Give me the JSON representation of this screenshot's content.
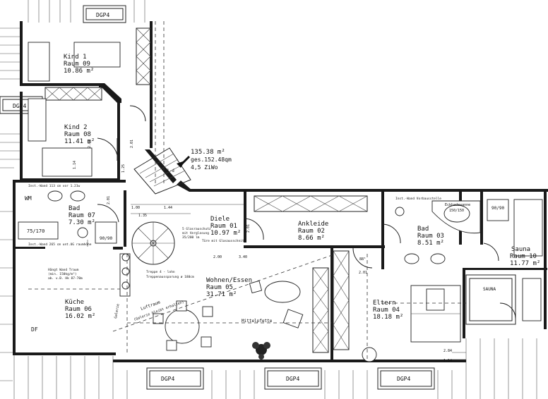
{
  "rooms": [
    {
      "name": "Kind 1",
      "number": "Raum 09",
      "area": "10.86 m²"
    },
    {
      "name": "Kind 2",
      "number": "Raum 08",
      "area": "11.41 m²"
    },
    {
      "name": "Bad",
      "number": "Raum 07",
      "area": "7.30 m²"
    },
    {
      "name": "Diele",
      "number": "Raum 01",
      "area": "10.97 m²"
    },
    {
      "name": "Ankleide",
      "number": "Raum 02",
      "area": "8.66 m²"
    },
    {
      "name": "Bad",
      "number": "Raum 03",
      "area": "8.51 m²"
    },
    {
      "name": "Sauna",
      "number": "Raum 10",
      "area": "11.77 m²"
    },
    {
      "name": "Wohnen/Essen",
      "number": "Raum 05",
      "area": "31.71 m²"
    },
    {
      "name": "Küche",
      "number": "Raum 06",
      "area": "16.02 m²"
    },
    {
      "name": "Eltern",
      "number": "Raum 04",
      "area": "18.18 m²"
    }
  ],
  "summary": {
    "total": "135.38 m²",
    "gross": "ges.152.48qm",
    "units": "4,5 ZiWo"
  },
  "window_labels": [
    "DGP4",
    "DGP4",
    "DGP4",
    "DGP4",
    "DGP4"
  ],
  "labels": {
    "wm": "WM",
    "df": "DF",
    "sauna_cabin": "SAUNA",
    "eckbadewanne": "Eckbadewanne",
    "eckbadewanne_size": "150/150",
    "shower_a": "90/90",
    "shower_b": "90/90",
    "bathtub": "75/170",
    "mittelpfette": "Mittelpfette",
    "galerie": "Galerie",
    "luftraum": "Luftraum",
    "luftraum_note": "(Galerie bleibt erhalten)",
    "stair_note_1": "Treppe 4 - lohn",
    "stair_note_2": "Treppenaussparung ø 180cm",
    "glass_note_1": "5 Glasrauschutz",
    "glass_note_2": "mit Verglasung",
    "glass_note_3": "35/200 lm",
    "door_note": "Türe mit Glasausschnitt",
    "wand_note_1": "Hängt Wand Traum",
    "wand_note_2": "(min. 150kg/m²)",
    "wand_note_3": "ab. v.B. Hk 87-70m",
    "install_wall_1": "Inst.-Wand 113 cm vor 1.21w",
    "install_wall_2": "Inst.-Wand 265 cm unt.UG raumhöhe",
    "install_wall_3": "Inst.-Wand Vorbausstelle",
    "stair_arrow": "1-d"
  },
  "dimensions": [
    "2.01",
    "2.01",
    "2.01",
    "2.01",
    "2.01",
    "1.00",
    "1.35",
    "1.44",
    "2.00",
    "88⁵",
    "3.40",
    "2.84",
    "1.54",
    "1.14",
    "1.25"
  ]
}
